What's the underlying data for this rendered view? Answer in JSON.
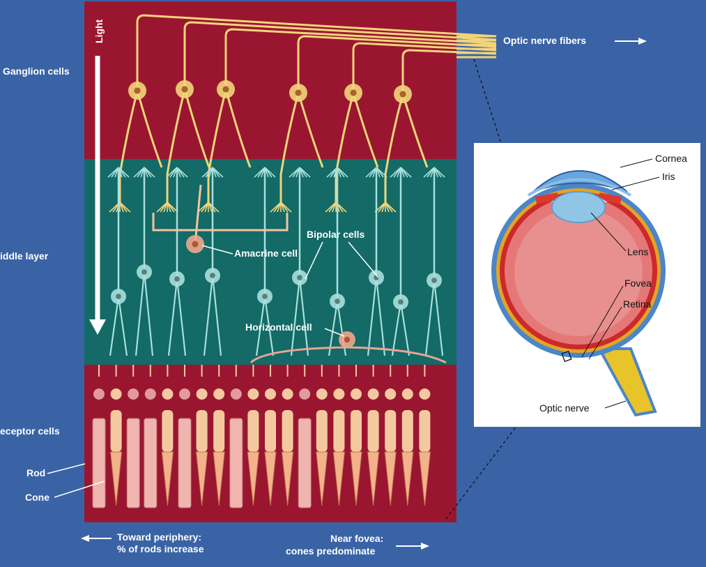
{
  "layers": {
    "ganglion": "Ganglion cells",
    "middle": "iddle layer",
    "receptor": "eceptor cells"
  },
  "arrows": {
    "light": "Light",
    "optic_fibers": "Optic nerve fibers",
    "periphery_line1": "Toward periphery:",
    "periphery_line2": "% of rods increase",
    "fovea_line1": "Near fovea:",
    "fovea_line2": "cones predominate"
  },
  "cells": {
    "amacrine": "Amacrine cell",
    "bipolar": "Bipolar cells",
    "horizontal": "Horizontal cell",
    "rod": "Rod",
    "cone": "Cone"
  },
  "eye": {
    "cornea": "Cornea",
    "iris": "Iris",
    "lens": "Lens",
    "fovea": "Fovea",
    "retina": "Retina",
    "optic_nerve": "Optic nerve"
  },
  "colors": {
    "background": "#3a63a6",
    "ganglion_band": "#9a1630",
    "middle_band": "#136a66",
    "receptor_band": "#9a1630",
    "ganglion_neuron": "#f2d57a",
    "bipolar_neuron": "#a9e0dd",
    "amacrine_neuron": "#f3c4a0",
    "photoreceptor": "#f5c9a0"
  }
}
